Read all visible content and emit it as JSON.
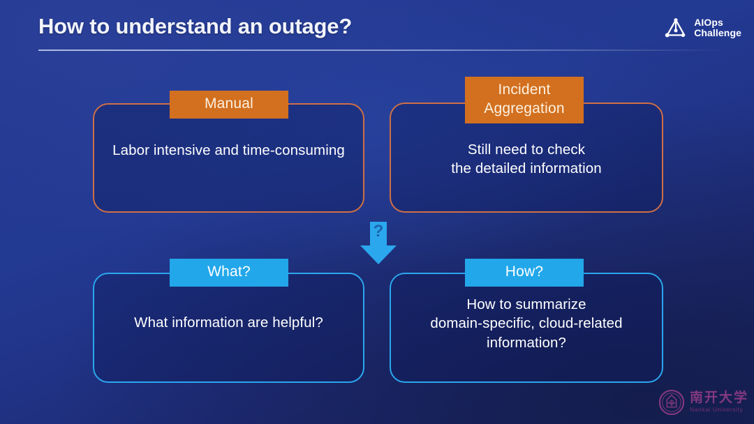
{
  "slide": {
    "title": "How to understand an outage?",
    "background_color": "#22358e"
  },
  "brand": {
    "logo_icon": "aiops-network-triangle-icon",
    "line1": "AIOps",
    "line2": "Challenge"
  },
  "cards": {
    "manual": {
      "tag": "Manual",
      "body": "Labor intensive and time-consuming",
      "accent_color": "#d2701f",
      "border_color": "#cf6f45"
    },
    "incident": {
      "tag_line1": "Incident",
      "tag_line2": "Aggregation",
      "body_line1": "Still need to check",
      "body_line2": "the detailed information",
      "accent_color": "#d2701f",
      "border_color": "#cf6f45"
    },
    "what": {
      "tag": "What?",
      "body": "What information are helpful?",
      "accent_color": "#22a7ea",
      "border_color": "#2ba7ee"
    },
    "how": {
      "tag": "How?",
      "body_line1": "How to summarize",
      "body_line2": "domain-specific, cloud-related",
      "body_line3": "information?",
      "accent_color": "#22a7ea",
      "border_color": "#2ba7ee"
    }
  },
  "arrow": {
    "icon": "arrow-down-icon",
    "label": "?",
    "color": "#2ba7ee"
  },
  "university": {
    "seal_icon": "nankai-university-seal-icon",
    "name_cn": "南开大学",
    "name_en": "Nankai University",
    "color": "#8d3c84"
  }
}
